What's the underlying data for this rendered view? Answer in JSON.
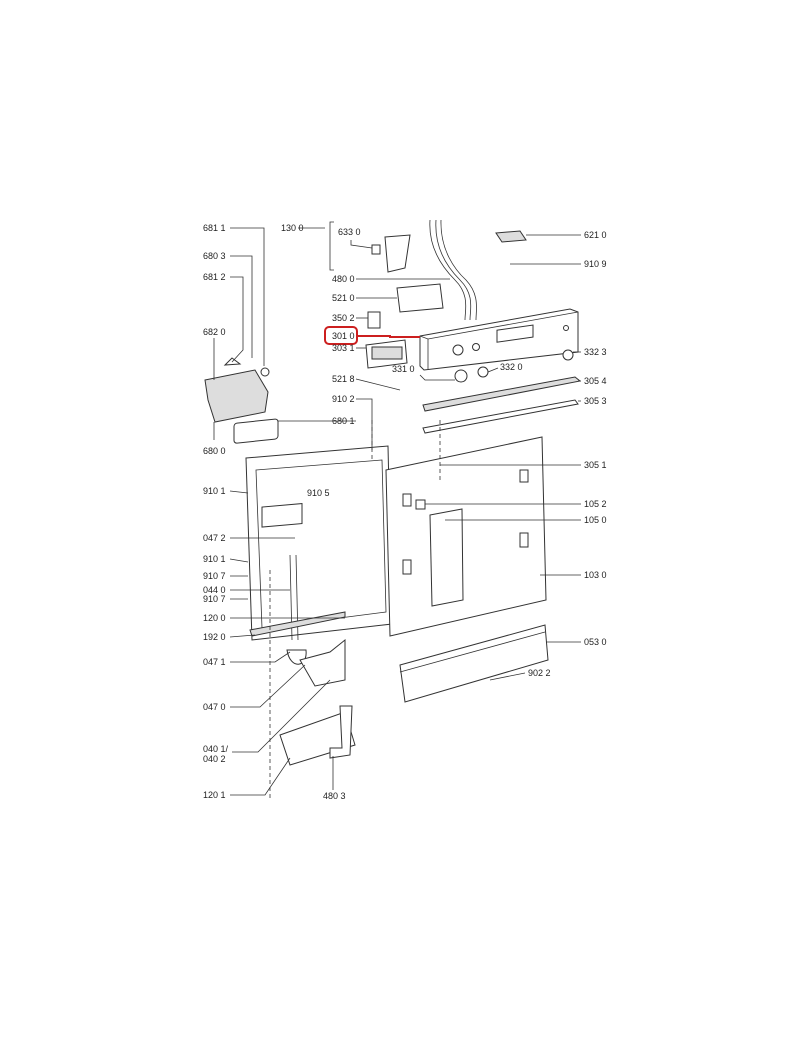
{
  "diagram": {
    "title": "Door and control panel exploded parts view",
    "highlight_color": "#cc1f1f",
    "highlighted_part": "301 0",
    "labels": {
      "p6811": "681 1",
      "p6803": "680 3",
      "p6812": "681 2",
      "p6820": "682 0",
      "p6800": "680 0",
      "p1300": "130 0",
      "p6330": "633 0",
      "p4800": "480 0",
      "p5210": "521 0",
      "p3502": "350 2",
      "p3010": "301 0",
      "p3031": "303 1",
      "p3310": "331 0",
      "p3320": "332 0",
      "p5218": "521 8",
      "p9102": "910 2",
      "p6801": "680 1",
      "p9101a": "910 1",
      "p9105": "910 5",
      "p0472": "047 2",
      "p9101b": "910 1",
      "p9107a": "910 7",
      "p0440": "044 0",
      "p9107b": "910 7",
      "p1200": "120 0",
      "p1920": "192 0",
      "p0471": "047 1",
      "p0470": "047 0",
      "p0401": "040 1/",
      "p0402": "040 2",
      "p1201": "120 1",
      "p4803": "480 3",
      "p6210": "621 0",
      "p9109": "910 9",
      "p3323": "332 3",
      "p3054": "305 4",
      "p3053": "305 3",
      "p3051": "305 1",
      "p1052": "105 2",
      "p1050": "105 0",
      "p1030": "103 0",
      "p0530": "053 0",
      "p9022": "902 2"
    }
  }
}
